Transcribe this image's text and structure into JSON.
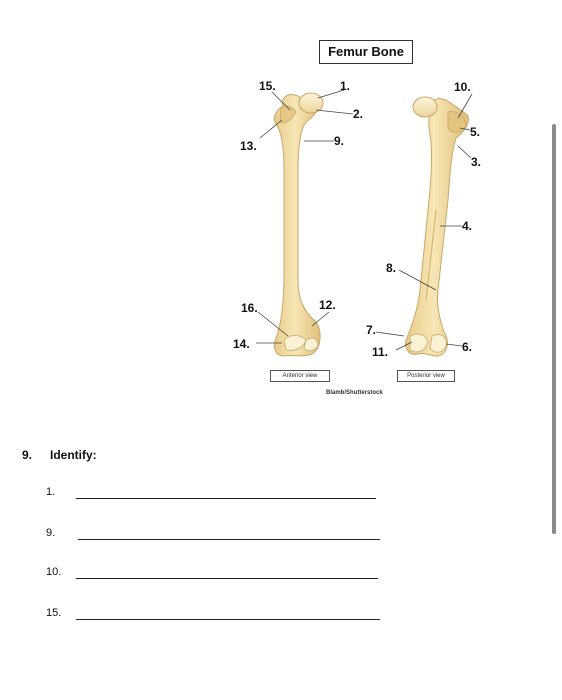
{
  "figure": {
    "title": "Femur Bone",
    "anterior_caption": "Anterior view",
    "posterior_caption": "Posterior view",
    "credit": "Blamb/Shutterstock",
    "labels": {
      "l1": "1.",
      "l2": "2.",
      "l3": "3.",
      "l4": "4.",
      "l5": "5.",
      "l6": "6.",
      "l7": "7.",
      "l8": "8.",
      "l9": "9.",
      "l10": "10.",
      "l11": "11.",
      "l12": "12.",
      "l13": "13.",
      "l14": "14.",
      "l15": "15.",
      "l16": "16."
    }
  },
  "question": {
    "number": "9.",
    "prompt": "Identify:"
  },
  "answers": [
    {
      "num": "1."
    },
    {
      "num": "9."
    },
    {
      "num": "10."
    },
    {
      "num": "15."
    }
  ],
  "colors": {
    "bone_fill": "#F3DFA8",
    "bone_shade": "#E2C37C",
    "bone_outline": "#C9A867",
    "label_line": "#444444",
    "scrollbar": "#8a8a8a"
  }
}
